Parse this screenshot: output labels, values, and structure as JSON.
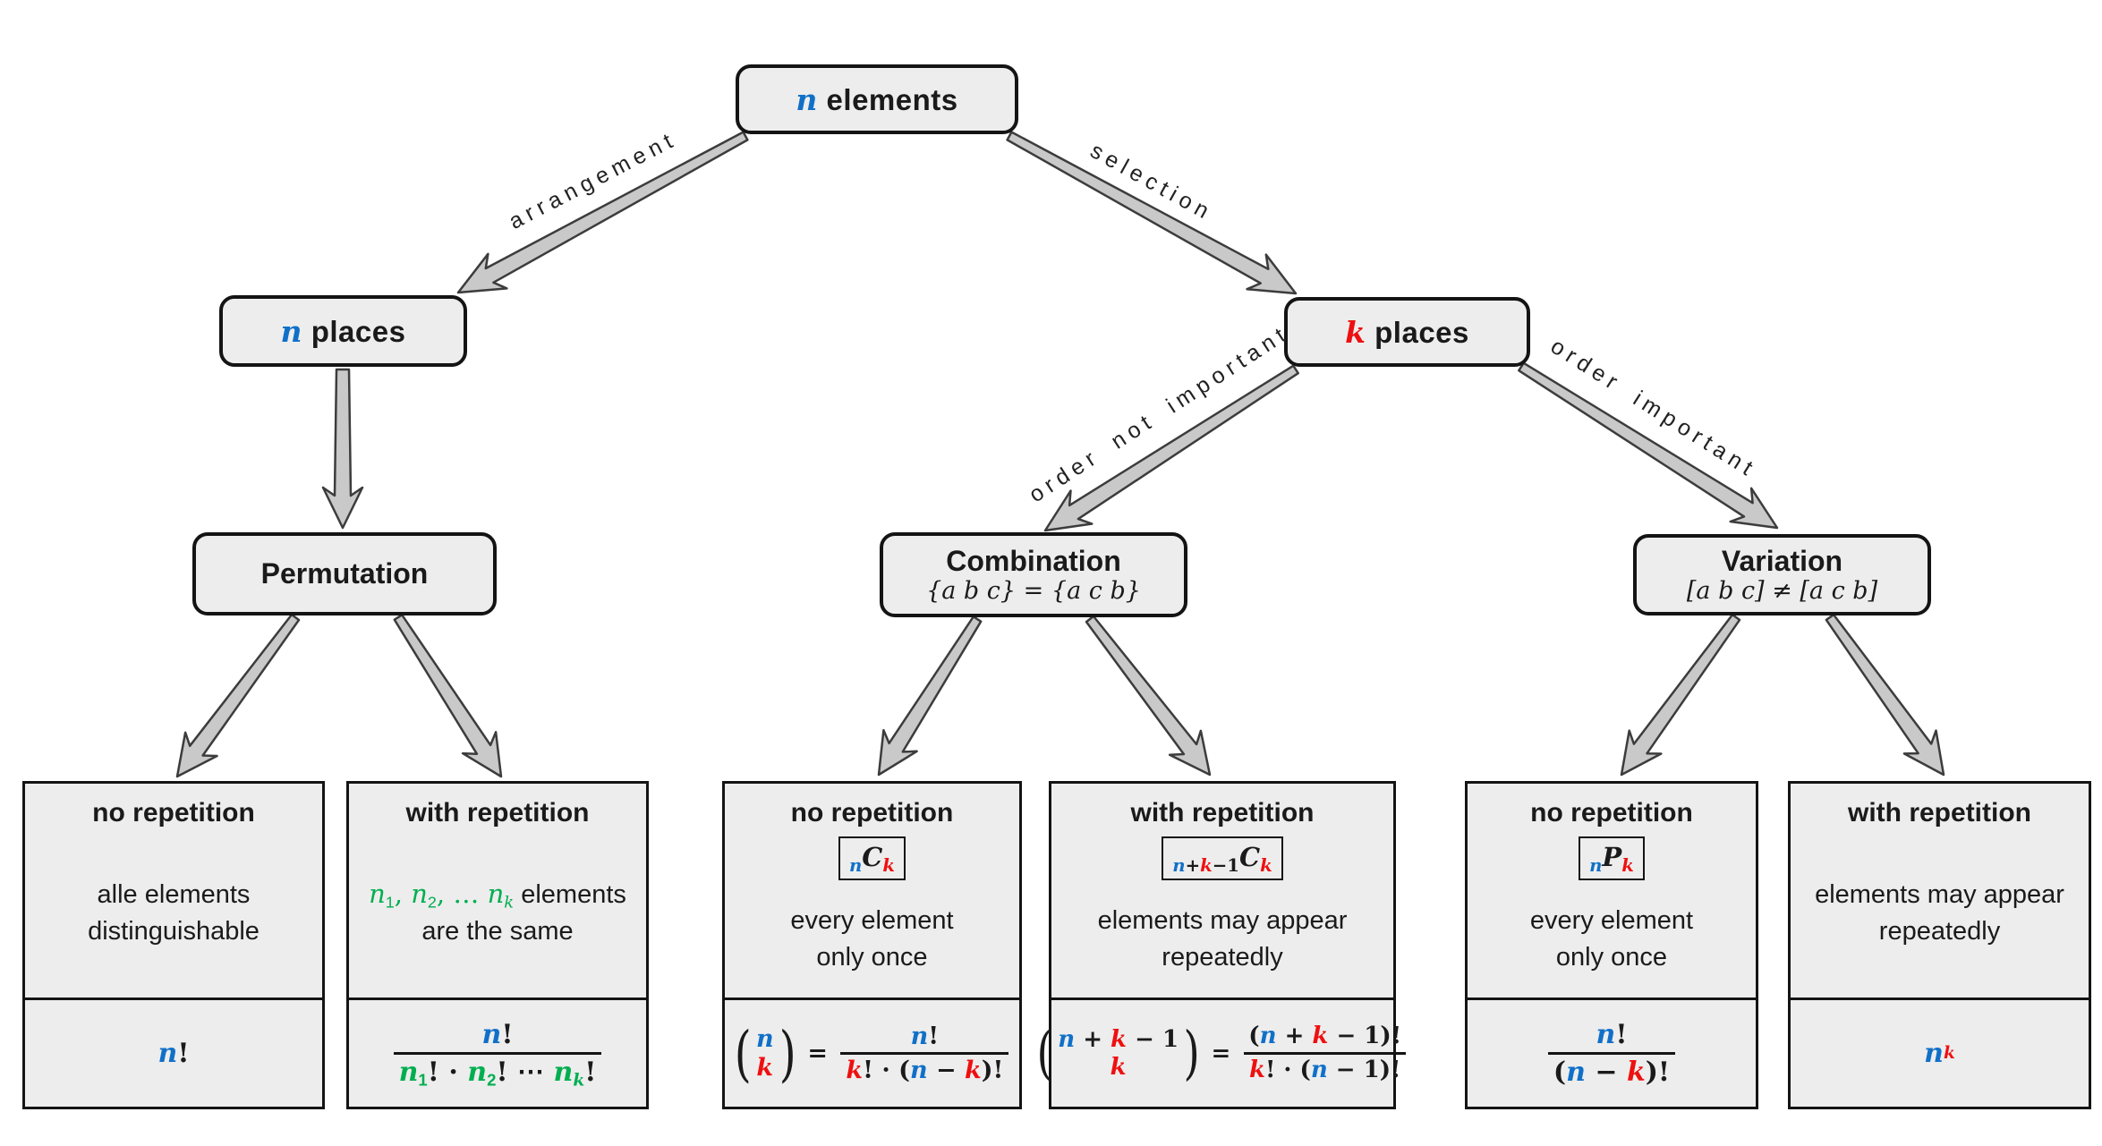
{
  "colors": {
    "blue": "#1070C8",
    "red": "#EE1010",
    "green": "#00AE50",
    "box_fill": "#EDEDED",
    "box_border": "#141414",
    "arrow_fill": "#C9C9C9",
    "arrow_outline": "#3C3C3C",
    "text": "#1A1A1A",
    "background": "#FFFFFF"
  },
  "edges": {
    "arrangement": "arrangement",
    "selection": "selection",
    "order_not_important": "order not important",
    "order_important": "order important"
  },
  "nodes": {
    "root": {
      "tokens": [
        {
          "t": "n",
          "m": 1,
          "c": "b"
        },
        {
          "t": " elements"
        }
      ]
    },
    "n_places": {
      "tokens": [
        {
          "t": "n",
          "m": 1,
          "c": "b"
        },
        {
          "t": " places"
        }
      ]
    },
    "k_places": {
      "tokens": [
        {
          "t": "k",
          "m": 1,
          "c": "r"
        },
        {
          "t": " places"
        }
      ]
    },
    "permutation": {
      "title": "Permutation"
    },
    "combination": {
      "title": "Combination",
      "subtitle": "{a b c} = {a c b}"
    },
    "variation": {
      "title": "Variation",
      "subtitle": "[a b c] ≠ [a c b]"
    }
  },
  "leaves": [
    {
      "id": "permutation-no-repetition",
      "header": "no repetition",
      "notation": null,
      "desc": [
        [
          {
            "t": "alle elements"
          }
        ],
        [
          {
            "t": "distinguishable"
          }
        ]
      ],
      "formula": [
        {
          "t": "n",
          "m": 1,
          "c": "b"
        },
        {
          "t": "!",
          "m": 1,
          "up": 1
        }
      ]
    },
    {
      "id": "permutation-with-repetition",
      "header": "with repetition",
      "notation": null,
      "desc": [
        [
          {
            "t": "n",
            "m": 1,
            "c": "g"
          },
          {
            "sub": "1",
            "c": "g"
          },
          {
            "t": ", ",
            "m": 1,
            "up": 1,
            "c": "g"
          },
          {
            "t": "n",
            "m": 1,
            "c": "g"
          },
          {
            "sub": "2",
            "c": "g"
          },
          {
            "t": ", … ",
            "m": 1,
            "up": 1,
            "c": "g"
          },
          {
            "t": "n",
            "m": 1,
            "c": "g"
          },
          {
            "sub": "k",
            "c": "g",
            "m": 1
          },
          {
            "t": " elements"
          }
        ],
        [
          {
            "t": "are the same"
          }
        ]
      ],
      "formula": [
        {
          "frac": {
            "num": [
              {
                "t": "n",
                "m": 1,
                "c": "b"
              },
              {
                "t": "!",
                "m": 1,
                "up": 1
              }
            ],
            "den": [
              {
                "t": "n",
                "m": 1,
                "c": "g"
              },
              {
                "sub": "1",
                "c": "g"
              },
              {
                "t": "! · ",
                "m": 1,
                "up": 1
              },
              {
                "t": "n",
                "m": 1,
                "c": "g"
              },
              {
                "sub": "2",
                "c": "g"
              },
              {
                "t": "! ⋯ ",
                "m": 1,
                "up": 1
              },
              {
                "t": "n",
                "m": 1,
                "c": "g"
              },
              {
                "sub": "k",
                "c": "g",
                "m": 1
              },
              {
                "t": "!",
                "m": 1,
                "up": 1
              }
            ]
          }
        }
      ]
    },
    {
      "id": "combination-no-repetition",
      "header": "no repetition",
      "notation": [
        {
          "sub": [
            {
              "t": "n",
              "m": 1,
              "c": "b"
            }
          ]
        },
        {
          "t": "C",
          "m": 1
        },
        {
          "sub": [
            {
              "t": "k",
              "m": 1,
              "c": "r"
            }
          ]
        }
      ],
      "desc": [
        [
          {
            "t": "every element"
          }
        ],
        [
          {
            "t": "only once"
          }
        ]
      ],
      "formula": [
        {
          "binom": {
            "top": [
              {
                "t": "n",
                "m": 1,
                "c": "b"
              }
            ],
            "bot": [
              {
                "t": "k",
                "m": 1,
                "c": "r"
              }
            ]
          }
        },
        {
          "t": " = ",
          "m": 1,
          "up": 1
        },
        {
          "frac": {
            "num": [
              {
                "t": "n",
                "m": 1,
                "c": "b"
              },
              {
                "t": "!",
                "m": 1,
                "up": 1
              }
            ],
            "den": [
              {
                "t": "k",
                "m": 1,
                "c": "r"
              },
              {
                "t": "! · (",
                "m": 1,
                "up": 1
              },
              {
                "t": "n",
                "m": 1,
                "c": "b"
              },
              {
                "t": " − ",
                "m": 1,
                "up": 1
              },
              {
                "t": "k",
                "m": 1,
                "c": "r"
              },
              {
                "t": ")!",
                "m": 1,
                "up": 1
              }
            ]
          }
        }
      ]
    },
    {
      "id": "combination-with-repetition",
      "header": "with repetition",
      "notation": [
        {
          "sub": [
            {
              "t": "n",
              "m": 1,
              "c": "b"
            },
            {
              "t": "+",
              "m": 1,
              "up": 1
            },
            {
              "t": "k",
              "m": 1,
              "c": "r"
            },
            {
              "t": "−1",
              "m": 1,
              "up": 1
            }
          ]
        },
        {
          "t": "C",
          "m": 1
        },
        {
          "sub": [
            {
              "t": "k",
              "m": 1,
              "c": "r"
            }
          ]
        }
      ],
      "desc": [
        [
          {
            "t": "elements may appear"
          }
        ],
        [
          {
            "t": "repeatedly"
          }
        ]
      ],
      "formula": [
        {
          "binom": {
            "top": [
              {
                "t": "n",
                "m": 1,
                "c": "b"
              },
              {
                "t": " + ",
                "m": 1,
                "up": 1
              },
              {
                "t": "k",
                "m": 1,
                "c": "r"
              },
              {
                "t": " − 1",
                "m": 1,
                "up": 1
              }
            ],
            "bot": [
              {
                "t": "k",
                "m": 1,
                "c": "r"
              }
            ]
          }
        },
        {
          "t": " = ",
          "m": 1,
          "up": 1
        },
        {
          "frac": {
            "num": [
              {
                "t": "(",
                "m": 1,
                "up": 1
              },
              {
                "t": "n",
                "m": 1,
                "c": "b"
              },
              {
                "t": " + ",
                "m": 1,
                "up": 1
              },
              {
                "t": "k",
                "m": 1,
                "c": "r"
              },
              {
                "t": " − 1",
                "m": 1,
                "up": 1
              },
              {
                "t": ")!",
                "m": 1,
                "up": 1
              }
            ],
            "den": [
              {
                "t": "k",
                "m": 1,
                "c": "r"
              },
              {
                "t": "! · (",
                "m": 1,
                "up": 1
              },
              {
                "t": "n",
                "m": 1,
                "c": "b"
              },
              {
                "t": " − 1)!",
                "m": 1,
                "up": 1
              }
            ]
          }
        }
      ]
    },
    {
      "id": "variation-no-repetition",
      "header": "no repetition",
      "notation": [
        {
          "sub": [
            {
              "t": "n",
              "m": 1,
              "c": "b"
            }
          ]
        },
        {
          "t": "P",
          "m": 1
        },
        {
          "sub": [
            {
              "t": "k",
              "m": 1,
              "c": "r"
            }
          ]
        }
      ],
      "desc": [
        [
          {
            "t": "every element"
          }
        ],
        [
          {
            "t": "only once"
          }
        ]
      ],
      "formula": [
        {
          "frac": {
            "num": [
              {
                "t": "n",
                "m": 1,
                "c": "b"
              },
              {
                "t": "!",
                "m": 1,
                "up": 1
              }
            ],
            "den": [
              {
                "t": "(",
                "m": 1,
                "up": 1
              },
              {
                "t": "n",
                "m": 1,
                "c": "b"
              },
              {
                "t": " − ",
                "m": 1,
                "up": 1
              },
              {
                "t": "k",
                "m": 1,
                "c": "r"
              },
              {
                "t": ")!",
                "m": 1,
                "up": 1
              }
            ]
          }
        }
      ]
    },
    {
      "id": "variation-with-repetition",
      "header": "with repetition",
      "notation": null,
      "desc": [
        [
          {
            "t": "elements may appear"
          }
        ],
        [
          {
            "t": "repeatedly"
          }
        ]
      ],
      "formula": [
        {
          "t": "n",
          "m": 1,
          "c": "b"
        },
        {
          "sup": [
            {
              "t": "k",
              "m": 1,
              "c": "r"
            }
          ]
        }
      ]
    }
  ]
}
